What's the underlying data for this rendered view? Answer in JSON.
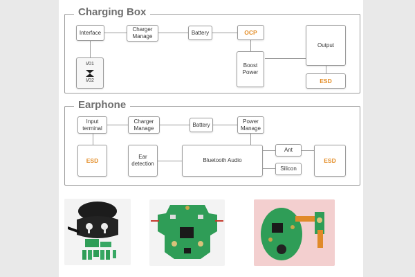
{
  "charging_box": {
    "title": "Charging Box",
    "interface": "Interface",
    "charger_manage": "Charger\nManage",
    "battery": "Battery",
    "ocp": "OCP",
    "output": "Output",
    "boost_power": "Boost\nPower",
    "esd": "ESD",
    "sensor_top": "I/01",
    "sensor_bottom": "I/02"
  },
  "earphone": {
    "title": "Earphone",
    "input_terminal": "Input\nterminal",
    "charger_manage": "Charger\nManage",
    "battery": "Battery",
    "power_manage": "Power\nManage",
    "esd_left": "ESD",
    "ear_detection": "Ear\ndetection",
    "bluetooth_audio": "Bluetooth  Audio",
    "ant": "Ant",
    "silicon": "Silicon",
    "esd_right": "ESD"
  },
  "colors": {
    "accent": "#e38c25",
    "line": "#9a9a9a",
    "pcb_green": "#2f9d57"
  }
}
